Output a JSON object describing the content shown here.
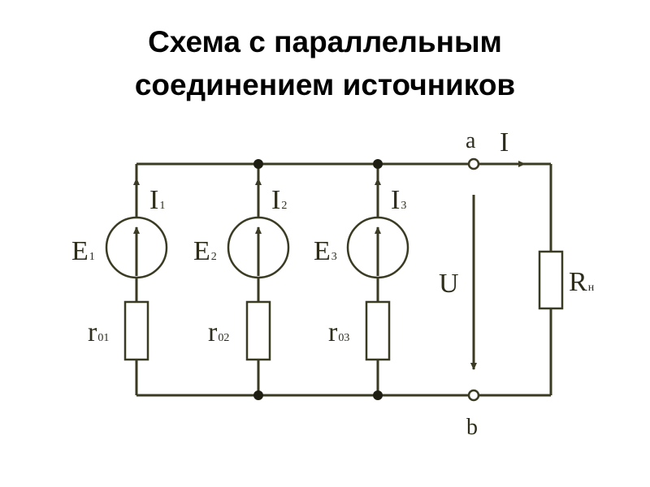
{
  "slide": {
    "title_line_1": "Схема с параллельным",
    "title_line_2": "соединением источников"
  },
  "circuit": {
    "sources": [
      {
        "emf": "E",
        "emf_sub": "1",
        "current": "I",
        "current_sub": "1",
        "resistor": "r",
        "resistor_sub": "01"
      },
      {
        "emf": "E",
        "emf_sub": "2",
        "current": "I",
        "current_sub": "2",
        "resistor": "r",
        "resistor_sub": "02"
      },
      {
        "emf": "E",
        "emf_sub": "3",
        "current": "I",
        "current_sub": "3",
        "resistor": "r",
        "resistor_sub": "03"
      }
    ],
    "terminal_a": "a",
    "terminal_b": "b",
    "load_current": "I",
    "voltage": "U",
    "load": "R",
    "load_sub": "н"
  },
  "colors": {
    "wire": "#3b3a22",
    "text": "#2e2d1c"
  }
}
